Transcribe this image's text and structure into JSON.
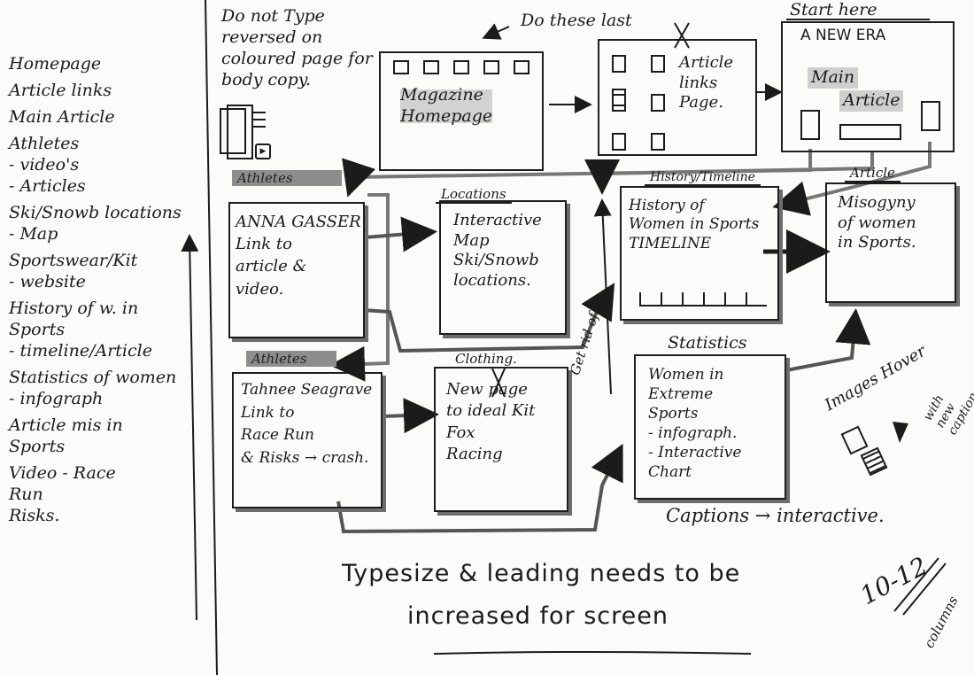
{
  "sidebar": {
    "items": [
      {
        "label": "Homepage"
      },
      {
        "label": "Article links"
      },
      {
        "label": "Main Article"
      },
      {
        "label": "Athletes\n- video's\n- Articles"
      },
      {
        "label": "Ski/Snowb locations\n- Map"
      },
      {
        "label": "Sportswear/Kit\n- website"
      },
      {
        "label": "History of w. in\nSports\n- timeline/Article"
      },
      {
        "label": "Statistics of women\n- infograph"
      },
      {
        "label": "Article mis in\nSports"
      },
      {
        "label": "Video - Race\nRun\nRisks."
      }
    ]
  },
  "notes": {
    "reversed_type": "Do not Type reversed on coloured page for body copy.",
    "do_these_last": "Do these last",
    "start_here": "Start here",
    "get_rid": "Get rid of",
    "images_hover": "Images Hover",
    "with_new_caption": "with new caption",
    "captions": "Captions → interactive.",
    "typesize_line1": "Typesize & leading needs to be",
    "typesize_line2": "increased for screen",
    "columns_number": "10-12",
    "columns_word": "columns"
  },
  "boxes": {
    "magazine": {
      "text": "Magazine\nHomepage"
    },
    "links": {
      "text": "Article\nlinks\nPage."
    },
    "newera": {
      "title": "A NEW ERA",
      "main": "Main",
      "article": "Article"
    },
    "anna": {
      "label": "Athletes",
      "text": "ANNA GASSER\nLink to\narticle &\nvideo."
    },
    "locations": {
      "label": "Locations",
      "text": "Interactive\nMap\nSki/Snowb\nlocations."
    },
    "history": {
      "label": "History/Timeline",
      "text": "History of\nWomen in Sports\nTIMELINE"
    },
    "misogyny": {
      "label": "Article",
      "text": "Misogyny\nof women\nin Sports."
    },
    "tahnee": {
      "label": "Athletes",
      "text": "Tahnee Seagrave\nLink to\nRace Run\n& Risks → crash."
    },
    "clothing": {
      "label": "Clothing.",
      "text": "New page\nto ideal Kit\nFox\nRacing"
    },
    "statistics": {
      "label": "Statistics",
      "text": "Women in\nExtreme\nSports\n- infograph.\n- Interactive\nChart"
    }
  }
}
